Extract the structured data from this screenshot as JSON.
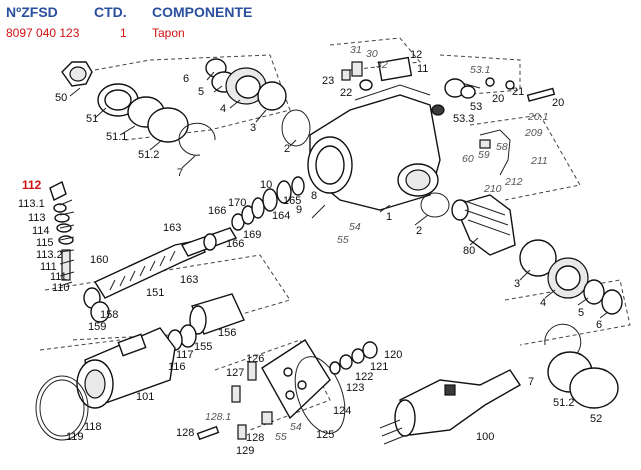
{
  "header": {
    "col_part": "NºZFSD",
    "col_qty": "CTD.",
    "col_component": "COMPONENTE",
    "part_number": "8097 040 123",
    "quantity": "1",
    "component": "Tapon"
  },
  "highlight_label": "112",
  "callouts": [
    "50",
    "51",
    "51.1",
    "51.2",
    "7",
    "6",
    "5",
    "4",
    "3",
    "2",
    "1",
    "8",
    "9",
    "10",
    "164",
    "165",
    "166",
    "170",
    "169",
    "166",
    "163",
    "163",
    "160",
    "151",
    "158",
    "159",
    "156",
    "155",
    "117",
    "116",
    "101",
    "118",
    "119",
    "113.1",
    "113",
    "114",
    "115",
    "113.2",
    "111",
    "111",
    "110",
    "12",
    "11",
    "23",
    "22",
    "31",
    "30",
    "32",
    "53.1",
    "53",
    "53.3",
    "21",
    "20",
    "20",
    "20.1",
    "209",
    "59",
    "60",
    "58",
    "211",
    "210",
    "212",
    "80",
    "2",
    "3",
    "4",
    "5",
    "6",
    "7",
    "51.2",
    "52",
    "54",
    "55",
    "100",
    "120",
    "121",
    "122",
    "123",
    "124",
    "125",
    "126",
    "127",
    "128.1",
    "128",
    "128",
    "129",
    "54",
    "55"
  ]
}
